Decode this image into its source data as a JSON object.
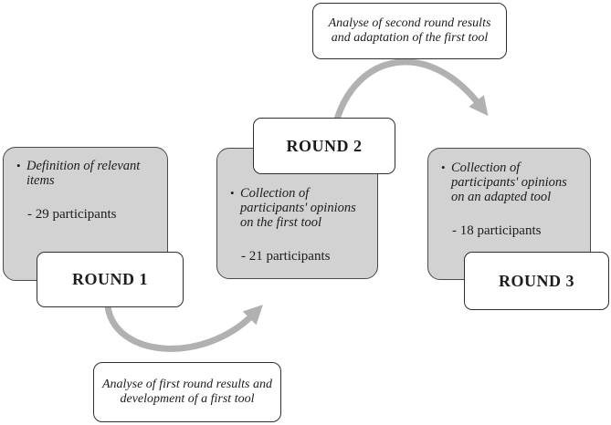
{
  "diagram": {
    "bullet_marker": "•",
    "rounds": [
      {
        "label": "ROUND 1",
        "bullet": "Definition of relevant items",
        "participants": "- 29 participants"
      },
      {
        "label": "ROUND 2",
        "bullet": "Collection of participants' opinions on the first tool",
        "participants": "- 21 participants"
      },
      {
        "label": "ROUND 3",
        "bullet": "Collection of participants' opinions on an adapted tool",
        "participants": "- 18 participants"
      }
    ],
    "transitions": [
      {
        "from": "ROUND 1",
        "to": "ROUND 2",
        "text": "Analyse of first round results and development of a first tool"
      },
      {
        "from": "ROUND 2",
        "to": "ROUND 3",
        "text": "Analyse of second round results and adaptation of the first tool"
      }
    ],
    "colors": {
      "background": "#ffffff",
      "stage_fill": "#d2d2d2",
      "stage_border": "#4a4a4a",
      "label_fill": "#ffffff",
      "label_border": "#2f2f2f",
      "arrow": "#b1b1b1",
      "text": "#1c1c1c"
    }
  }
}
